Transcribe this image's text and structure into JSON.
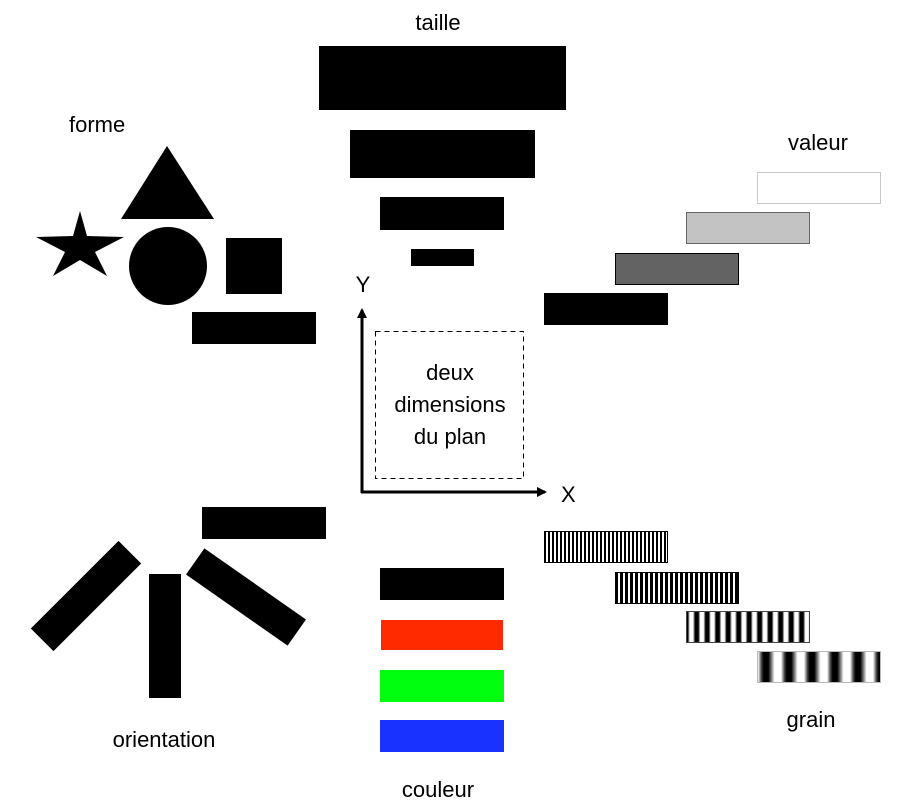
{
  "diagram": {
    "variables": {
      "taille": "taille",
      "forme": "forme",
      "valeur": "valeur",
      "orientation": "orientation",
      "couleur": "couleur",
      "grain": "grain"
    },
    "axes": {
      "y_label": "Y",
      "x_label": "X",
      "plane_text": [
        "deux",
        "dimensions",
        "du plan"
      ]
    },
    "forme_shapes": [
      "triangle",
      "star",
      "circle",
      "square",
      "rectangle"
    ],
    "taille_sizes": [
      "large",
      "medium",
      "small",
      "smallest"
    ],
    "valeur_fills": [
      "#ffffff",
      "#c3c3c3",
      "#636363",
      "#000000"
    ],
    "couleur_fills": [
      "#000000",
      "#ff2a00",
      "#00ff0e",
      "#1a32ff"
    ],
    "grain_levels": [
      "finest",
      "fine",
      "medium",
      "coarse"
    ],
    "orientation_angles": [
      "-45°",
      "90°",
      "35°",
      "0°"
    ]
  }
}
